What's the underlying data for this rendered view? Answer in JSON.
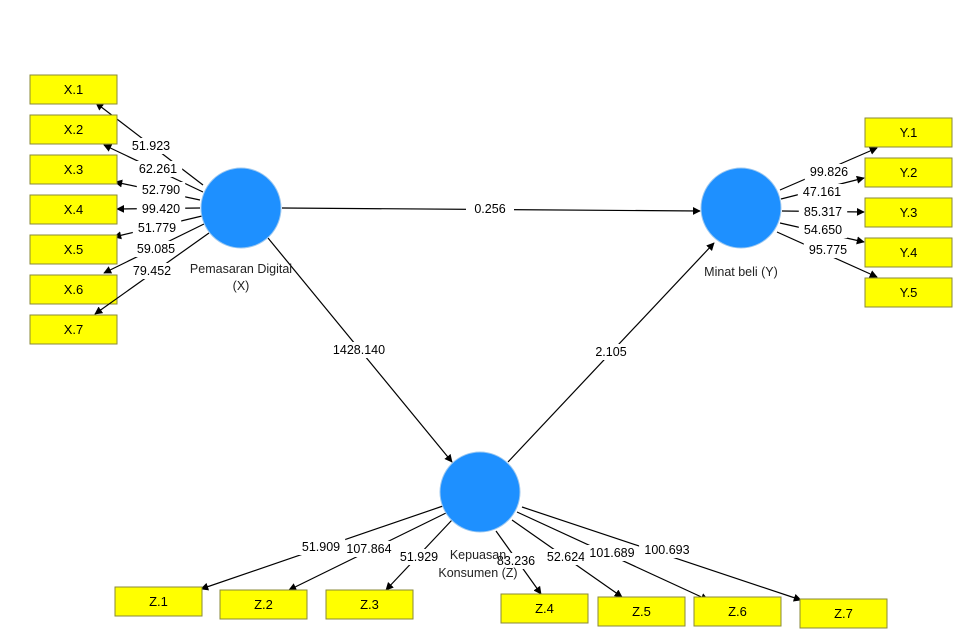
{
  "colors": {
    "latent_fill": "#1e90ff",
    "indicator_fill": "#ffff00",
    "edge": "#000000"
  },
  "latents": {
    "X": {
      "label_line1": "Pemasaran Digital",
      "label_line2": "(X)"
    },
    "Y": {
      "label_line1": "Minat beli (Y)",
      "label_line2": ""
    },
    "Z": {
      "label_line1": "Kepuasan",
      "label_line2": "Konsumen (Z)"
    }
  },
  "paths": {
    "X_Y": "0.256",
    "X_Z": "1428.140",
    "Z_Y": "2.105"
  },
  "indicators": {
    "X": [
      {
        "label": "X.1",
        "weight": "51.923"
      },
      {
        "label": "X.2",
        "weight": "62.261"
      },
      {
        "label": "X.3",
        "weight": "52.790"
      },
      {
        "label": "X.4",
        "weight": "99.420"
      },
      {
        "label": "X.5",
        "weight": "51.779"
      },
      {
        "label": "X.6",
        "weight": "59.085"
      },
      {
        "label": "X.7",
        "weight": "79.452"
      }
    ],
    "Y": [
      {
        "label": "Y.1",
        "weight": "99.826"
      },
      {
        "label": "Y.2",
        "weight": "47.161"
      },
      {
        "label": "Y.3",
        "weight": "85.317"
      },
      {
        "label": "Y.4",
        "weight": "54.650"
      },
      {
        "label": "Y.5",
        "weight": "95.775"
      }
    ],
    "Z": [
      {
        "label": "Z.1",
        "weight": "51.909"
      },
      {
        "label": "Z.2",
        "weight": "107.864"
      },
      {
        "label": "Z.3",
        "weight": "51.929"
      },
      {
        "label": "Z.4",
        "weight": "83.236"
      },
      {
        "label": "Z.5",
        "weight": "52.624"
      },
      {
        "label": "Z.6",
        "weight": "101.689"
      },
      {
        "label": "Z.7",
        "weight": "100.693"
      }
    ]
  }
}
